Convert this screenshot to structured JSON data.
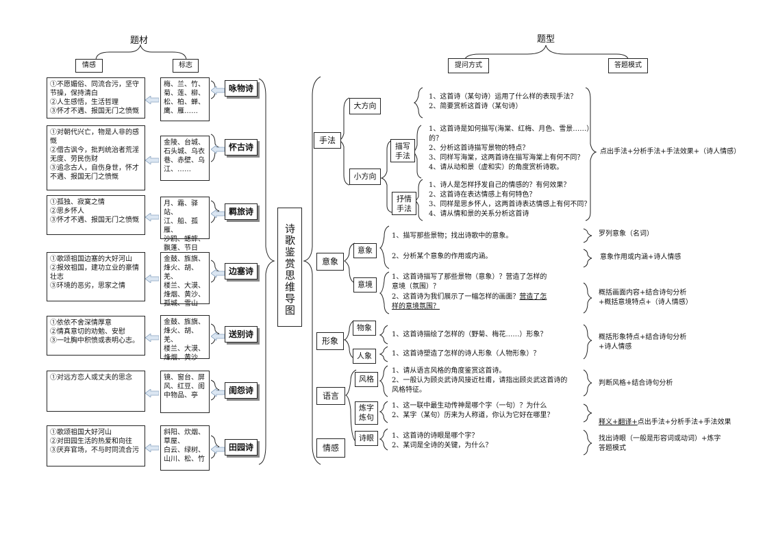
{
  "left": {
    "title": "题材",
    "sub1": "情感",
    "sub2": "标志",
    "rows": [
      {
        "emotion": "①不愿媚俗、同流合污，坚守\n节操，保持清白\n②人生感悟，生活哲理\n③怀才不遇、报国无门之愤慨",
        "symbols": "梅、兰、竹、\n菊、莲、柳、\n松、柏、蝉、\n鹰、雁……",
        "poem": "咏物诗"
      },
      {
        "emotion": "①对朝代兴亡，物是人非的感\n慨\n②借古讽今，批判统治者荒淫\n无度、劳民伤财\n③追念古人，自伤身世，怀才\n不遇、报国无门之愤慨",
        "symbols": "金陵、台城、\n石头城、乌衣\n巷、赤壁、乌\n江、……",
        "poem": "怀古诗"
      },
      {
        "emotion": "①孤独、寂寞之情\n②思乡怀人\n③怀才不遇、报国无门之愤慨",
        "symbols": "月、霜、驿站、\n江、船、孤雁、\n沙鸥、蟋蟀、\n飘蓬、节日",
        "poem": "羁旅诗"
      },
      {
        "emotion": "①歌颂祖国边塞的大好河山\n②报效祖国，建功立业的豪情\n壮志\n③环境的恶劣，思家之情",
        "symbols": "金鼓、旌旗、\n烽火、胡、羌、\n楼兰、大漠、\n烽烟、黄沙、\n孤城、雪山",
        "poem": "边塞诗"
      },
      {
        "emotion": "①依依不舍深情厚意\n②情真意切的劝勉、安慰\n③一吐胸中积愤或表明心志。",
        "symbols": "金鼓、旌旗、\n烽火、胡、羌、\n楼兰、大漠、\n烽烟、黄沙",
        "poem": "送别诗"
      },
      {
        "emotion": "①对远方恋人或丈夫的思念",
        "symbols": "镜、窗台、屏\n风、红豆、闺\n中物品、亭",
        "poem": "闺怨诗"
      },
      {
        "emotion": "①歌颂祖国大好河山\n②对田园生活的热爱和向往\n③厌弃官场，不与时同流合污",
        "symbols": "斜阳、炊烟、\n草屋、\n白云、绿树、\n山川、松、竹",
        "poem": "田园诗"
      }
    ]
  },
  "center_title": "诗歌鉴赏思维导图",
  "right": {
    "title": "题型",
    "sub1": "提问方式",
    "sub2": "答题模式",
    "cats": {
      "shoufa": "手法",
      "yixiang": "意象",
      "xingxiang": "形象",
      "yuyan": "语言",
      "qinggan": "情感"
    },
    "subs": {
      "dafangxiang": "大方向",
      "xiaofangxiang": "小方向",
      "miaoxie": "描写\n手法",
      "shuqing": "抒情\n手法",
      "yixiang": "意象",
      "yijing": "意境",
      "wuxiang": "物象",
      "renxiang": "人象",
      "fengge": "风格",
      "lianzi": "炼字\n炼句",
      "shiyan": "诗眼"
    },
    "questions": {
      "dafangxiang": "1、这首诗（某句诗）运用了什么样的表现手法？\n2、简要赏析这首诗（某句诗）",
      "miaoxie": "1、这首诗是如何描写(海棠、红梅、月色、雪景……）\n的？\n2、分析这首诗描写景物的特点？\n3、同样写海棠，这两首诗在描写海棠上有何不同？\n4、请从动和景（虚和实）的角度赏析诗歌。",
      "shuqing": "1、诗人是怎样抒发自己的情感的？有何效果？\n2、这首诗在表达情感上有何特色？\n3、同样是思乡怀人，这两首诗表达情感上有何不同？\n4、请从情和景的关系分析这首诗",
      "yixiang1": "1、描写那些景物；找出诗歌中的意象。",
      "yixiang2": "2、分析某个意象的作用或内涵。",
      "yijing1": "1、这首诗描写了那些景物（意象）？营造了怎样的\n意境（氛围）？",
      "yijing2a": "2、这首诗为我们展示了一幅怎样的画面？",
      "yijing2b": "营造了怎",
      "yijing2c": "样的意境氛围？",
      "wuxiang": "1、这首诗描绘了怎样的（野菊、梅花……）形象？",
      "renxiang": "1、这首诗塑造了怎样的诗人形象（人物形象）？",
      "fengge": "1、请从语言风格的角度鉴赏这首诗。\n2、一般认为顾炎武诗风接近杜甫，请指出顾炎武这首诗的\n风格特征。",
      "lianzi": "1、这一联中最生动传神是哪个字（一句）？为什么\n2、某字（某句）历来为人称道，你认为它好在哪里？",
      "shiyan": "1、这首诗的诗眼是哪个字？\n2、某词是全诗的关键，为什么？"
    },
    "answers": {
      "shoufa": "点出手法+分析手法+手法效果+（诗人情感）",
      "yixiang1": "罗列意象（名词）",
      "yixiang2": "意象作用或内涵+诗人情感",
      "yijing": "概括画面内容+结合诗句分析\n+概括意境特点+（诗人情感）",
      "xingxiang": "概括形象特点+结合诗句分析\n+诗人情感",
      "fengge": "判断风格+结合诗句分析",
      "lianzi_a": "释义+翻译+",
      "lianzi_b": "点出手法+分析手法+手法效果",
      "shiyan": "找出诗眼（一般是形容词或动词）+炼字\n答题模式"
    }
  }
}
